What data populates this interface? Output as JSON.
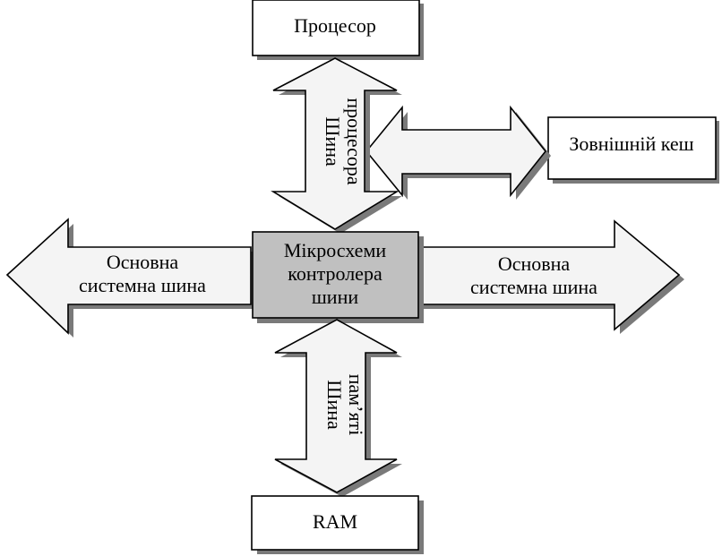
{
  "diagram": {
    "processor": "Процесор",
    "external_cache": "Зовнішній кеш",
    "controller": [
      "Мікросхеми",
      "контролера",
      "шини"
    ],
    "ram": "RAM",
    "processor_bus": [
      "Шина",
      "процесора"
    ],
    "memory_bus": [
      "Шина",
      "пам’яті"
    ],
    "system_bus_left": [
      "Основна",
      "системна шина"
    ],
    "system_bus_right": [
      "Основна",
      "системна шина"
    ]
  },
  "colors": {
    "box_fill": "#ffffff",
    "arrow_fill": "#f4f4f4",
    "controller_fill": "#c0c0c0",
    "shadow": "#7a7a7a",
    "stroke": "#000000"
  }
}
